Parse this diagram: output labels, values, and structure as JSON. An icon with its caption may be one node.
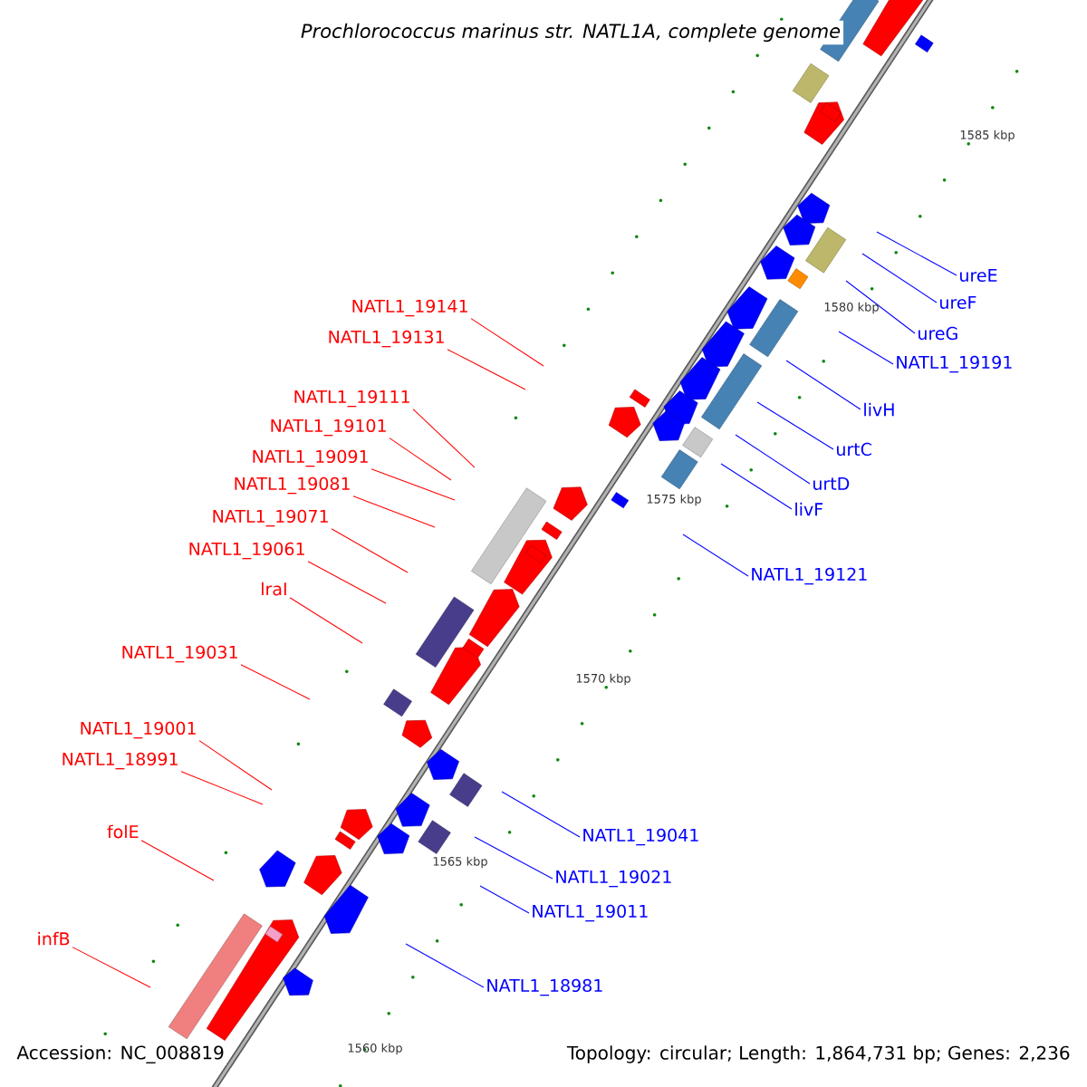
{
  "diagram": {
    "title": "*Prochlorococcus marinus* *str. NATL1A, complete genome*",
    "nodes": [
      {
        "text": [
          "NATL1_19141"
        ]
      },
      {
        "text": [
          "NATL1_19131"
        ]
      },
      {
        "text": [
          "NATL1_19111"
        ]
      },
      {
        "text": [
          "NATL1_19101"
        ]
      },
      {
        "text": [
          "NATL1_19091"
        ]
      },
      {
        "text": [
          "NATL1_19081"
        ]
      },
      {
        "text": [
          "NATL1_19071"
        ]
      },
      {
        "text": [
          "NATL1_19061"
        ]
      },
      {
        "text": [
          "lraI"
        ]
      },
      {
        "text": [
          "NATL1_19031"
        ]
      },
      {
        "text": [
          "NATL1_19001"
        ]
      },
      {
        "text": [
          "NATL1_18991"
        ]
      },
      {
        "text": [
          "folE"
        ]
      },
      {
        "text": [
          "infB"
        ]
      },
      {
        "text": [
          "ureE"
        ]
      },
      {
        "text": [
          "ureF"
        ]
      },
      {
        "text": [
          "ureG"
        ]
      },
      {
        "text": [
          "NATL1_19191"
        ]
      },
      {
        "text": [
          "livH"
        ]
      },
      {
        "text": [
          "urtC"
        ]
      },
      {
        "text": [
          "urtD"
        ]
      },
      {
        "text": [
          "livF"
        ]
      },
      {
        "text": [
          "NATL1_19121"
        ]
      },
      {
        "text": [
          "NATL1_19041"
        ]
      },
      {
        "text": [
          "NATL1_19021"
        ]
      },
      {
        "text": [
          "NATL1_19011"
        ]
      },
      {
        "text": [
          "NATL1_18981"
        ]
      }
    ],
    "edges": [
      {
        "from": 0,
        "to": null,
        "arrow": "none"
      },
      {
        "from": 1,
        "to": null,
        "arrow": "none"
      },
      {
        "from": 2,
        "to": null,
        "arrow": "none"
      },
      {
        "from": 3,
        "to": null,
        "arrow": "none"
      },
      {
        "from": 4,
        "to": null,
        "arrow": "none"
      },
      {
        "from": 5,
        "to": null,
        "arrow": "none"
      },
      {
        "from": 6,
        "to": null,
        "arrow": "none"
      },
      {
        "from": 7,
        "to": null,
        "arrow": "none"
      },
      {
        "from": 8,
        "to": null,
        "arrow": "none"
      },
      {
        "from": 9,
        "to": null,
        "arrow": "none"
      },
      {
        "from": 10,
        "to": null,
        "arrow": "none"
      },
      {
        "from": 11,
        "to": null,
        "arrow": "none"
      },
      {
        "from": 12,
        "to": null,
        "arrow": "none"
      },
      {
        "from": 13,
        "to": null,
        "arrow": "none"
      },
      {
        "from": 14,
        "to": null,
        "arrow": "none",
        "color": "#0000ff"
      },
      {
        "from": 15,
        "to": null,
        "arrow": "none",
        "color": "#0000ff"
      },
      {
        "from": 16,
        "to": null,
        "arrow": "none",
        "color": "#0000ff"
      },
      {
        "from": 17,
        "to": null,
        "arrow": "none",
        "color": "#0000ff"
      },
      {
        "from": 18,
        "to": null,
        "arrow": "none",
        "color": "#0000ff"
      },
      {
        "from": 19,
        "to": null,
        "arrow": "none",
        "color": "#0000ff"
      },
      {
        "from": 20,
        "to": null,
        "arrow": "none",
        "color": "#0000ff"
      },
      {
        "from": 21,
        "to": null,
        "arrow": "none",
        "color": "#0000ff"
      },
      {
        "from": 22,
        "to": null,
        "arrow": "none",
        "color": "#0000ff"
      },
      {
        "from": 23,
        "to": null,
        "arrow": "none",
        "color": "#0000ff"
      },
      {
        "from": 24,
        "to": null,
        "arrow": "none",
        "color": "#0000ff"
      },
      {
        "from": 25,
        "to": null,
        "arrow": "none",
        "color": "#0000ff"
      },
      {
        "from": 26,
        "to": null,
        "arrow": "none",
        "color": "#0000ff"
      }
    ],
    "labels": [
      "1585 kbp",
      "1580 kbp",
      "1575 kbp",
      "1570 kbp",
      "1565 kbp",
      "1560 kbp",
      "Accession: NC_008819",
      "Topology: circular; Length: 1,864,731 bp; Genes: 2,236"
    ]
  }
}
